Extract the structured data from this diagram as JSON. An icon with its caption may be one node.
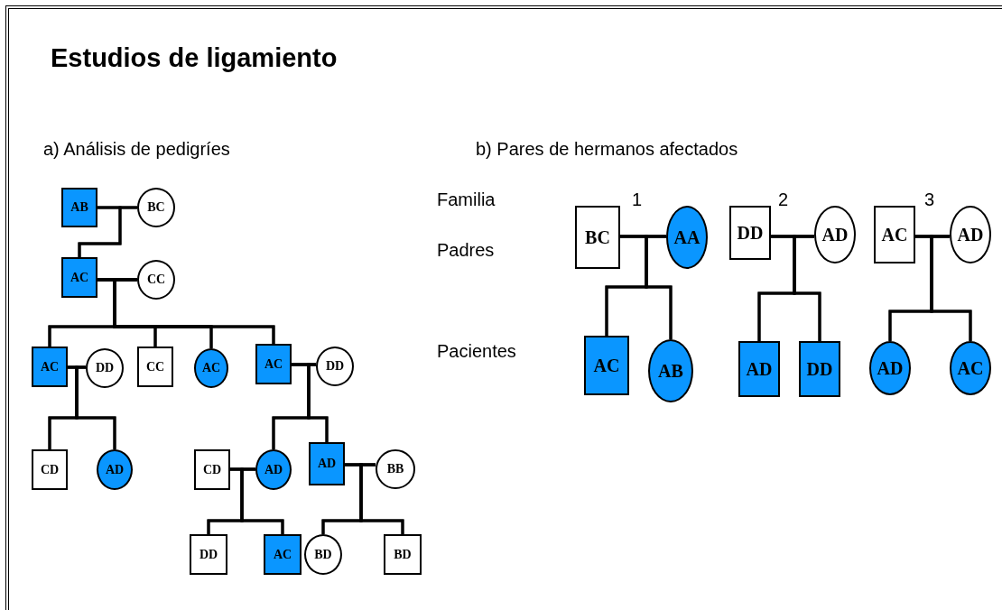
{
  "diagram": {
    "title": "Estudios de ligamiento",
    "nodes": [
      {
        "text": [
          "AB"
        ]
      },
      {
        "text": [
          "BC"
        ]
      },
      {
        "text": [
          "AC"
        ]
      },
      {
        "text": [
          "CC"
        ]
      },
      {
        "text": [
          "AC"
        ]
      },
      {
        "text": [
          "DD"
        ]
      },
      {
        "text": [
          "CC"
        ]
      },
      {
        "text": [
          "AC"
        ]
      },
      {
        "text": [
          "AC"
        ]
      },
      {
        "text": [
          "DD"
        ]
      },
      {
        "text": [
          "CD"
        ]
      },
      {
        "text": [
          "AD"
        ]
      },
      {
        "text": [
          "CD"
        ]
      },
      {
        "text": [
          "AD"
        ]
      },
      {
        "text": [
          "AD"
        ]
      },
      {
        "text": [
          "BB"
        ]
      },
      {
        "text": [
          "DD"
        ]
      },
      {
        "text": [
          "AC"
        ]
      },
      {
        "text": [
          "BD"
        ]
      },
      {
        "text": [
          "BD"
        ]
      },
      {
        "text": [
          "BC"
        ]
      },
      {
        "text": [
          "AA"
        ]
      },
      {
        "text": [
          "AC"
        ]
      },
      {
        "text": [
          "AB"
        ]
      },
      {
        "text": [
          "DD"
        ]
      },
      {
        "text": [
          "AD"
        ]
      },
      {
        "text": [
          "AD"
        ]
      },
      {
        "text": [
          "DD"
        ]
      },
      {
        "text": [
          "AC"
        ]
      },
      {
        "text": [
          "AD"
        ]
      },
      {
        "text": [
          "AD"
        ]
      },
      {
        "text": [
          "AC"
        ]
      }
    ],
    "edges": [
      {
        "from": 0,
        "to": 1,
        "arrow": "none"
      },
      {
        "from": 0,
        "to": 2,
        "arrow": "none"
      },
      {
        "from": 1,
        "to": 2,
        "arrow": "none"
      },
      {
        "from": 2,
        "to": 3,
        "arrow": "none"
      },
      {
        "from": 2,
        "to": 4,
        "arrow": "none"
      },
      {
        "from": 2,
        "to": 6,
        "arrow": "none"
      },
      {
        "from": 2,
        "to": 7,
        "arrow": "none"
      },
      {
        "from": 2,
        "to": 8,
        "arrow": "none"
      },
      {
        "from": 3,
        "to": 4,
        "arrow": "none"
      },
      {
        "from": 3,
        "to": 6,
        "arrow": "none"
      },
      {
        "from": 3,
        "to": 7,
        "arrow": "none"
      },
      {
        "from": 3,
        "to": 8,
        "arrow": "none"
      },
      {
        "from": 4,
        "to": 5,
        "arrow": "none"
      },
      {
        "from": 4,
        "to": 10,
        "arrow": "none"
      },
      {
        "from": 4,
        "to": 11,
        "arrow": "none"
      },
      {
        "from": 5,
        "to": 10,
        "arrow": "none"
      },
      {
        "from": 5,
        "to": 11,
        "arrow": "none"
      },
      {
        "from": 8,
        "to": 9,
        "arrow": "none"
      },
      {
        "from": 8,
        "to": 13,
        "arrow": "none"
      },
      {
        "from": 8,
        "to": 14,
        "arrow": "none"
      },
      {
        "from": 9,
        "to": 13,
        "arrow": "none"
      },
      {
        "from": 9,
        "to": 14,
        "arrow": "none"
      },
      {
        "from": 12,
        "to": 13,
        "arrow": "none"
      },
      {
        "from": 12,
        "to": 16,
        "arrow": "none"
      },
      {
        "from": 12,
        "to": 17,
        "arrow": "none"
      },
      {
        "from": 13,
        "to": 16,
        "arrow": "none"
      },
      {
        "from": 13,
        "to": 17,
        "arrow": "none"
      },
      {
        "from": 14,
        "to": 15,
        "arrow": "none"
      },
      {
        "from": 14,
        "to": 18,
        "arrow": "none"
      },
      {
        "from": 14,
        "to": 19,
        "arrow": "none"
      },
      {
        "from": 15,
        "to": 18,
        "arrow": "none"
      },
      {
        "from": 15,
        "to": 19,
        "arrow": "none"
      },
      {
        "from": 20,
        "to": 21,
        "arrow": "none"
      },
      {
        "from": 20,
        "to": 22,
        "arrow": "none"
      },
      {
        "from": 20,
        "to": 23,
        "arrow": "none"
      },
      {
        "from": 21,
        "to": 22,
        "arrow": "none"
      },
      {
        "from": 21,
        "to": 23,
        "arrow": "none"
      },
      {
        "from": 24,
        "to": 25,
        "arrow": "none"
      },
      {
        "from": 24,
        "to": 26,
        "arrow": "none"
      },
      {
        "from": 24,
        "to": 27,
        "arrow": "none"
      },
      {
        "from": 25,
        "to": 26,
        "arrow": "none"
      },
      {
        "from": 25,
        "to": 27,
        "arrow": "none"
      },
      {
        "from": 28,
        "to": 29,
        "arrow": "none"
      },
      {
        "from": 28,
        "to": 30,
        "arrow": "none"
      },
      {
        "from": 28,
        "to": 31,
        "arrow": "none"
      },
      {
        "from": 29,
        "to": 30,
        "arrow": "none"
      },
      {
        "from": 29,
        "to": 31,
        "arrow": "none"
      }
    ],
    "labels": [
      "a) Análisis de pedigríes",
      "b) Pares de hermanos afectados",
      "Familia",
      "1",
      "2",
      "3",
      "Padres",
      "Pacientes"
    ]
  }
}
